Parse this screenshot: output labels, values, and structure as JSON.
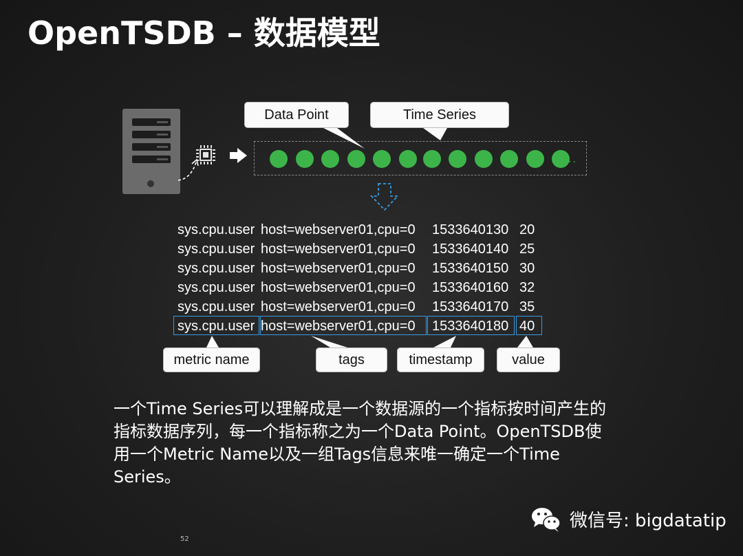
{
  "title": "OpenTSDB – 数据模型",
  "callouts": {
    "data_point": "Data Point",
    "time_series": "Time Series",
    "metric_name": "metric name",
    "tags": "tags",
    "timestamp": "timestamp",
    "value": "value"
  },
  "rows": [
    {
      "metric": "sys.cpu.user",
      "tags": "host=webserver01,cpu=0",
      "timestamp": "1533640130",
      "value": "20"
    },
    {
      "metric": "sys.cpu.user",
      "tags": "host=webserver01,cpu=0",
      "timestamp": "1533640140",
      "value": "25"
    },
    {
      "metric": "sys.cpu.user",
      "tags": "host=webserver01,cpu=0",
      "timestamp": "1533640150",
      "value": "30"
    },
    {
      "metric": "sys.cpu.user",
      "tags": "host=webserver01,cpu=0",
      "timestamp": "1533640160",
      "value": "32"
    },
    {
      "metric": "sys.cpu.user",
      "tags": "host=webserver01,cpu=0",
      "timestamp": "1533640170",
      "value": "35"
    },
    {
      "metric": "sys.cpu.user",
      "tags": "host=webserver01,cpu=0",
      "timestamp": "1533640180",
      "value": "40"
    }
  ],
  "description": "一个Time Series可以理解成是一个数据源的一个指标按时间产生的指标数据序列，每一个指标称之为一个Data Point。OpenTSDB使用一个Metric Name以及一组Tags信息来唯一确定一个Time Series。",
  "page_number": "52",
  "watermark": "微信号: bigdatatip",
  "colors": {
    "point": "#3db449",
    "highlight_box": "#3a9be0"
  }
}
